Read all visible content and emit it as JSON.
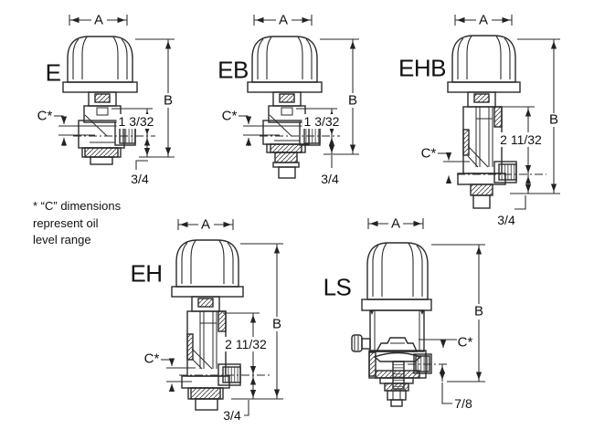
{
  "note": {
    "line1": "* “C” dimensions",
    "line2": "represent oil",
    "line3": "level range"
  },
  "figures": {
    "e": {
      "label": "E",
      "dim_width": "A",
      "dim_height": "B",
      "dim_oil_range": "C*",
      "dim_port_to_top": "1 3/32",
      "dim_port_to_bottom": "3/4"
    },
    "eb": {
      "label": "EB",
      "dim_width": "A",
      "dim_height": "B",
      "dim_oil_range": "C*",
      "dim_port_to_top": "1 3/32",
      "dim_port_to_bottom": "3/4"
    },
    "ehb": {
      "label": "EHB",
      "dim_width": "A",
      "dim_height": "B",
      "dim_oil_range": "C*",
      "dim_port_to_top": "2 11/32",
      "dim_port_to_bottom": "3/4"
    },
    "eh": {
      "label": "EH",
      "dim_width": "A",
      "dim_height": "B",
      "dim_oil_range": "C*",
      "dim_port_to_top": "2 11/32",
      "dim_port_to_bottom": "3/4"
    },
    "ls": {
      "label": "LS",
      "dim_width": "A",
      "dim_height": "B",
      "dim_oil_range": "C*",
      "dim_port_to_bottom": "7/8"
    }
  },
  "colors": {
    "line": "#2a2a2a",
    "text": "#111111",
    "background": "#ffffff"
  }
}
